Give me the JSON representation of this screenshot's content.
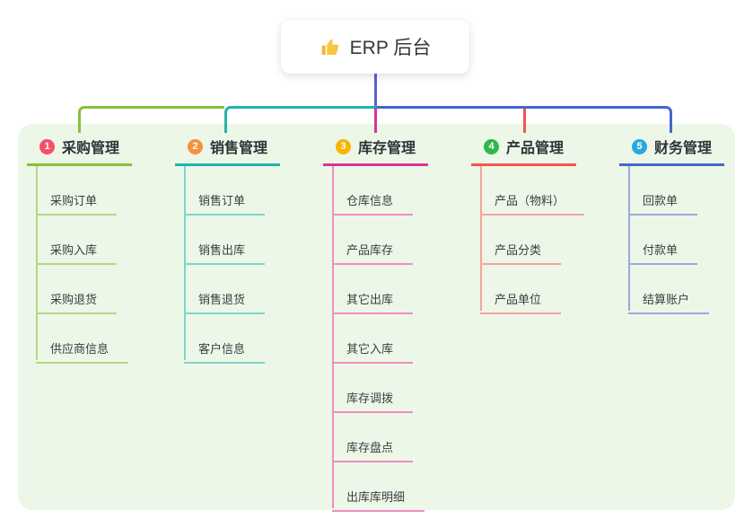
{
  "root": {
    "title": "ERP 后台",
    "icon": "thumbs-up-icon",
    "icon_color": "#F2B636"
  },
  "colors": {
    "trunk_line": "#5A5FD1",
    "panel_background": "#EDF7E7",
    "card_background": "#FFFFFF",
    "text": "#33363B"
  },
  "branches": [
    {
      "number": "1",
      "label": "采购管理",
      "badge_color": "#F4506A",
      "line_color": "#86C13E",
      "item_line_color": "#AFDA84",
      "items": [
        "采购订单",
        "采购入库",
        "采购退货",
        "供应商信息"
      ]
    },
    {
      "number": "2",
      "label": "销售管理",
      "badge_color": "#F6913D",
      "line_color": "#1FB5AB",
      "item_line_color": "#7ED4CD",
      "items": [
        "销售订单",
        "销售出库",
        "销售退货",
        "客户信息"
      ]
    },
    {
      "number": "3",
      "label": "库存管理",
      "badge_color": "#F7B500",
      "line_color": "#D63696",
      "item_line_color": "#F28CC3",
      "items": [
        "仓库信息",
        "产品库存",
        "其它出库",
        "其它入库",
        "库存调拨",
        "库存盘点",
        "出库库明细"
      ]
    },
    {
      "number": "4",
      "label": "产品管理",
      "badge_color": "#2FB74D",
      "line_color": "#F3564F",
      "item_line_color": "#F8A39E",
      "items": [
        "产品（物料）",
        "产品分类",
        "产品单位"
      ]
    },
    {
      "number": "5",
      "label": "财务管理",
      "badge_color": "#27A9E1",
      "line_color": "#4467CC",
      "item_line_color": "#96A9E3",
      "items": [
        "回款单",
        "付款单",
        "结算账户"
      ]
    }
  ]
}
